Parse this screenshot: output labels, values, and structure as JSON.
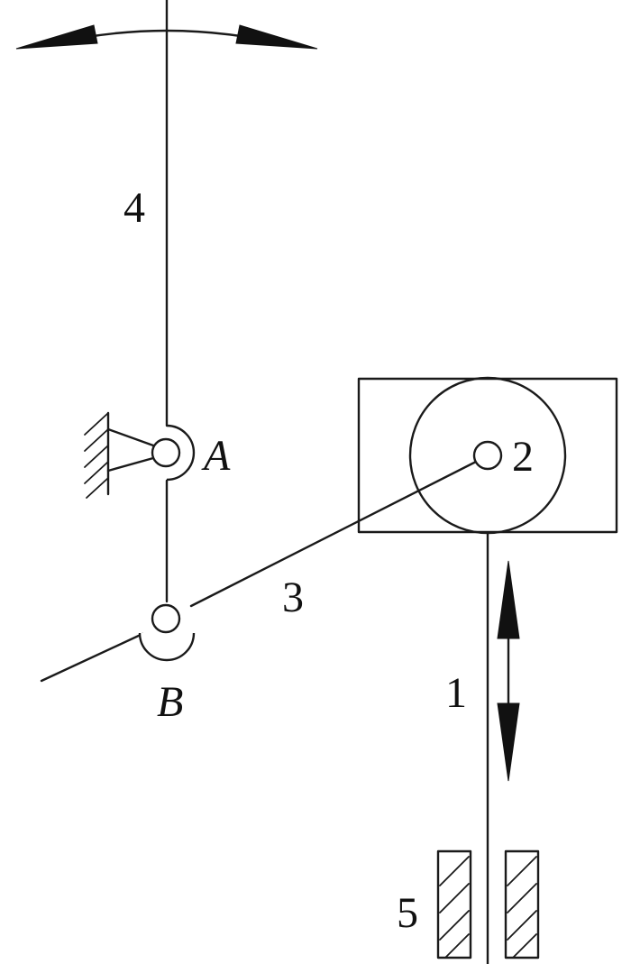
{
  "diagram": {
    "labels": {
      "rod": "1",
      "roller": "2",
      "connecting_rod": "3",
      "rocker": "4",
      "guide": "5",
      "pivot_a": "A",
      "joint_b": "B"
    },
    "colors": {
      "line": "#1a1a1a",
      "background": "#ffffff"
    }
  }
}
